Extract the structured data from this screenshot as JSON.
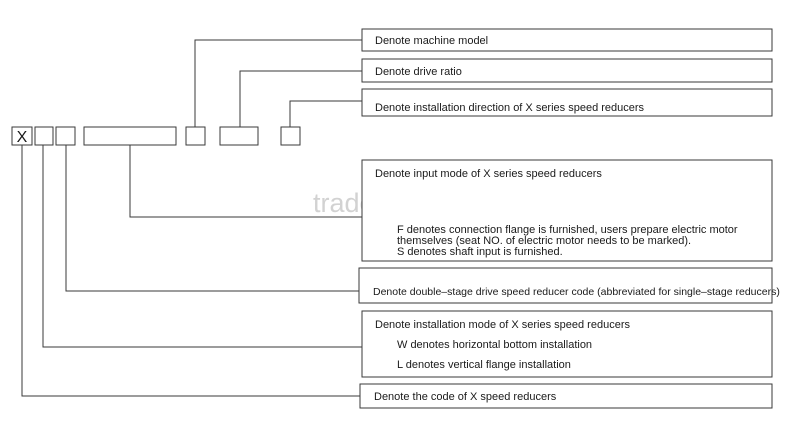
{
  "code": {
    "first_letter": "X"
  },
  "watermark": "trade.china.cn",
  "labels": {
    "machine_model": "Denote machine model",
    "drive_ratio": "Denote drive ratio",
    "installation_direction": "Denote installation direction of X series speed reducers",
    "input_mode": {
      "title": "Denote input mode of X series speed reducers",
      "line1": "F denotes connection flange is furnished, users prepare electric motor",
      "line2": "themselves (seat NO. of electric motor needs to be marked).",
      "line3": "S denotes shaft input is furnished."
    },
    "double_stage": "Denote double–stage drive speed reducer code (abbreviated for single–stage reducers)",
    "installation_mode": {
      "title": "Denote installation mode of X series speed reducers",
      "line1": "W denotes horizontal bottom installation",
      "line2": "L denotes vertical flange installation"
    },
    "series_code": "Denote the code of X speed reducers"
  }
}
